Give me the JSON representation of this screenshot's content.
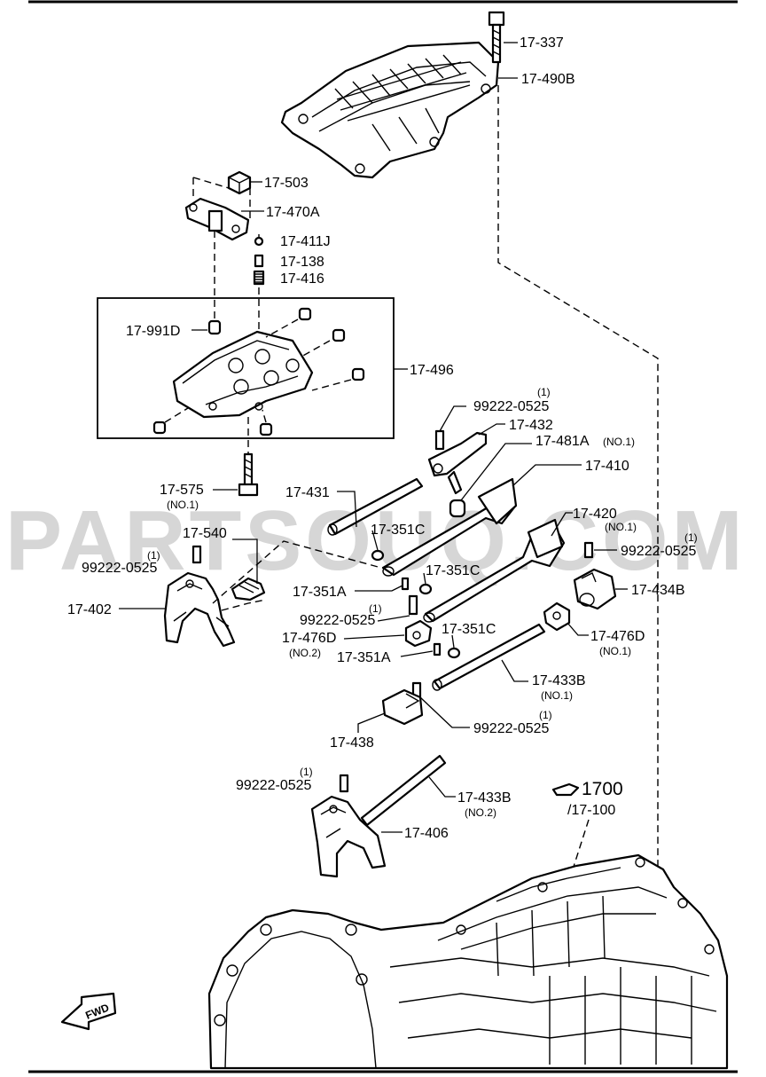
{
  "watermark": "PARTSOUQ.COM",
  "labels": {
    "l17_337": "17-337",
    "l17_490b": "17-490B",
    "l17_503": "17-503",
    "l17_470a": "17-470A",
    "l17_411j": "17-411J",
    "l17_138": "17-138",
    "l17_416": "17-416",
    "l17_991d": "17-991D",
    "l17_496": "17-496",
    "l99222_a": "99222-0525",
    "l99222_a_qty": "(1)",
    "l17_432": "17-432",
    "l17_481a": "17-481A",
    "l17_481a_sub": "(NO.1)",
    "l17_410": "17-410",
    "l17_575": "17-575",
    "l17_575_sub": "(NO.1)",
    "l17_431": "17-431",
    "l17_420": "17-420",
    "l17_420_sub": "(NO.1)",
    "l17_540": "17-540",
    "l17_351c_a": "17-351C",
    "l99222_b": "99222-0525",
    "l99222_b_qty": "(1)",
    "l99222_c": "99222-0525",
    "l99222_c_qty": "(1)",
    "l17_351c_b": "17-351C",
    "l17_434b": "17-434B",
    "l17_402": "17-402",
    "l17_351a_a": "17-351A",
    "l99222_d": "99222-0525",
    "l99222_d_qty": "(1)",
    "l17_476d_a": "17-476D",
    "l17_476d_a_sub": "(NO.2)",
    "l17_351c_c": "17-351C",
    "l17_476d_b": "17-476D",
    "l17_476d_b_sub": "(NO.1)",
    "l17_351a_b": "17-351A",
    "l17_433b_a": "17-433B",
    "l17_433b_a_sub": "(NO.1)",
    "l99222_e": "99222-0525",
    "l99222_e_qty": "(1)",
    "l17_438": "17-438",
    "l99222_f": "99222-0525",
    "l99222_f_qty": "(1)",
    "l17_433b_b": "17-433B",
    "l17_433b_b_sub": "(NO.2)",
    "l1700": "1700",
    "l17_100": "/17-100",
    "l17_406": "17-406",
    "fwd": "FWD"
  }
}
